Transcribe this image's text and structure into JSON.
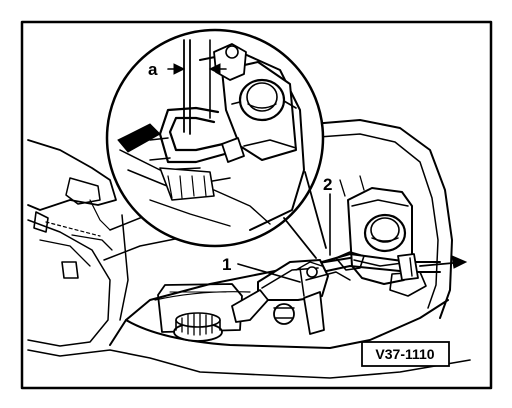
{
  "diagram": {
    "callouts": {
      "part_1": "1",
      "part_2": "2",
      "dimension_a": "a"
    },
    "figure_code": "V37-1110",
    "colors": {
      "ink": "#000000",
      "paper": "#ffffff"
    }
  }
}
